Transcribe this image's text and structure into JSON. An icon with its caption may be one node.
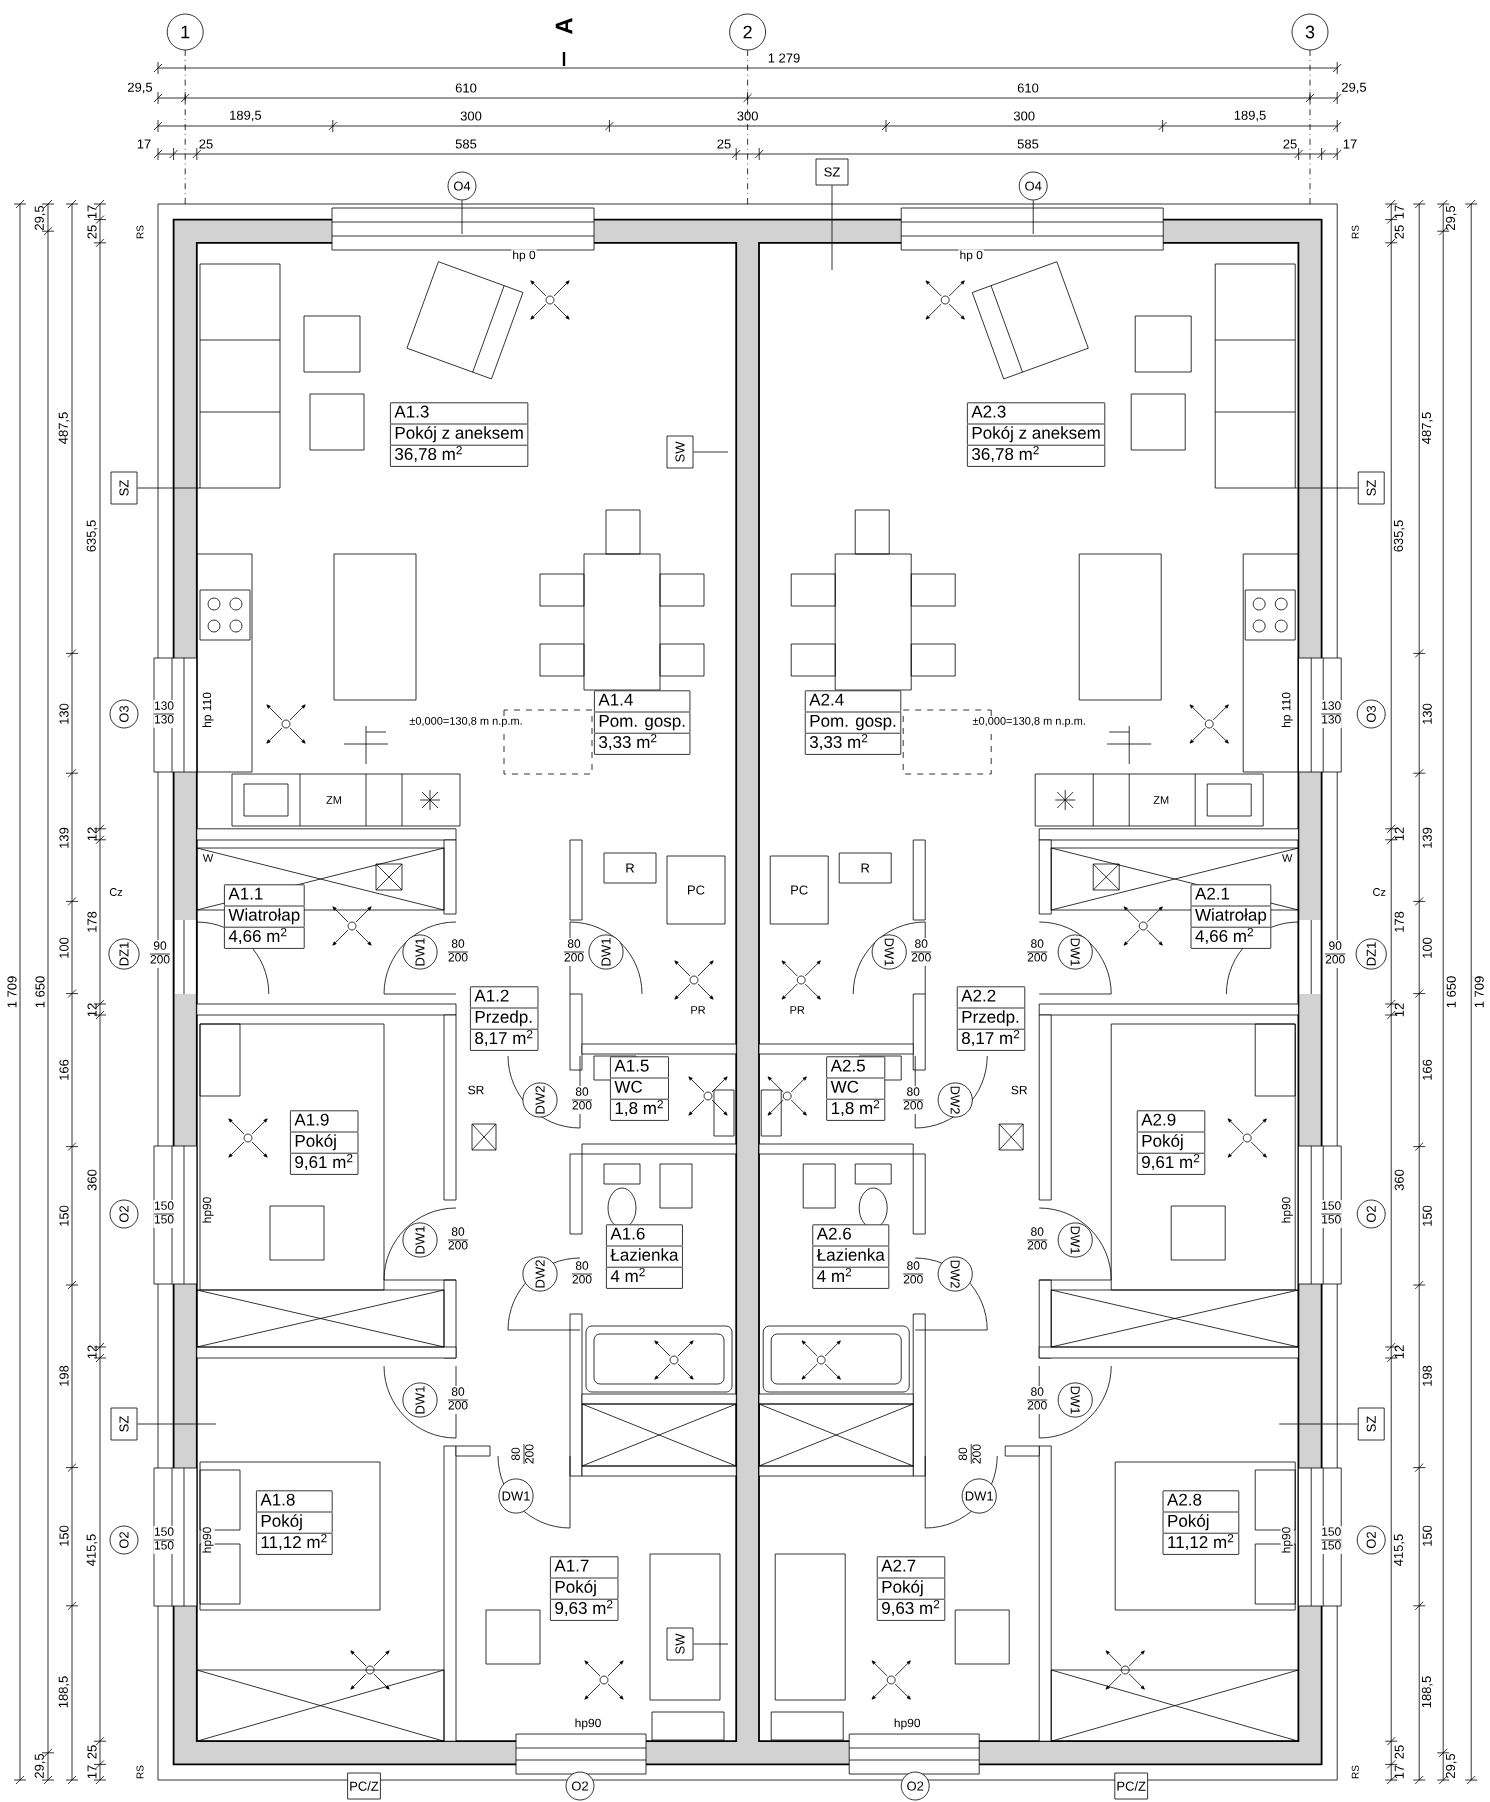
{
  "diagram": {
    "nodes": [
      {
        "text": [
          "1"
        ]
      },
      {
        "text": [
          "2"
        ]
      },
      {
        "text": [
          "3"
        ]
      },
      {
        "text": [
          "A1.3",
          "Pokój z aneksem",
          "36,78 m$^{2}$"
        ]
      },
      {
        "text": [
          "A1.4",
          "Pom. gosp.",
          "3,33 m$^{2}$"
        ]
      },
      {
        "text": [
          "A1.1",
          "Wiatrołap",
          "4,66 m$^{2}$"
        ]
      },
      {
        "text": [
          "A1.2",
          "Przedp.",
          "8,17 m$^{2}$"
        ]
      },
      {
        "text": [
          "A1.5",
          "WC",
          "1,8 m$^{2}$"
        ]
      },
      {
        "text": [
          "A1.9",
          "Pokój",
          "9,61 m$^{2}$"
        ]
      },
      {
        "text": [
          "A1.6",
          "Łazienka",
          "4 m$^{2}$"
        ]
      },
      {
        "text": [
          "A1.8",
          "Pokój",
          "11,12 m$^{2}$"
        ]
      },
      {
        "text": [
          "A1.7",
          "Pokój",
          "9,63 m$^{2}$"
        ]
      },
      {
        "text": [
          "A2.3",
          "Pokój z aneksem",
          "36,78 m$^{2}$"
        ]
      },
      {
        "text": [
          "A2.4",
          "Pom. gosp.",
          "3,33 m$^{2}$"
        ]
      },
      {
        "text": [
          "A2.1",
          "Wiatrołap",
          "4,66 m$^{2}$"
        ]
      },
      {
        "text": [
          "A2.2",
          "Przedp.",
          "8,17 m$^{2}$"
        ]
      },
      {
        "text": [
          "A2.5",
          "WC",
          "1,8 m$^{2}$"
        ]
      },
      {
        "text": [
          "A2.9",
          "Pokój",
          "9,61 m$^{2}$"
        ]
      },
      {
        "text": [
          "A2.6",
          "Łazienka",
          "4 m$^{2}$"
        ]
      },
      {
        "text": [
          "A2.8",
          "Pokój",
          "11,12 m$^{2}$"
        ]
      },
      {
        "text": [
          "A2.7",
          "Pokój",
          "9,63 m$^{2}$"
        ]
      },
      {
        "text": [
          "SZ"
        ]
      },
      {
        "text": [
          "O4"
        ]
      },
      {
        "text": [
          "O4"
        ]
      },
      {
        "text": [
          "SW"
        ]
      },
      {
        "text": [
          "SZ"
        ]
      },
      {
        "text": [
          "SZ"
        ]
      },
      {
        "text": [
          "O3"
        ],
        "beside": [
          "130",
          "130"
        ]
      },
      {
        "text": [
          "O3"
        ],
        "beside": [
          "130",
          "130"
        ]
      },
      {
        "text": [
          "DZ1"
        ],
        "beside": [
          "90",
          "200"
        ]
      },
      {
        "text": [
          "DZ1"
        ],
        "beside": [
          "90",
          "200"
        ]
      },
      {
        "text": [
          "O2"
        ],
        "beside": [
          "150",
          "150"
        ]
      },
      {
        "text": [
          "O2"
        ],
        "beside": [
          "150",
          "150"
        ]
      },
      {
        "text": [
          "SZ"
        ]
      },
      {
        "text": [
          "SZ"
        ]
      },
      {
        "text": [
          "O2"
        ],
        "beside": [
          "150",
          "150"
        ]
      },
      {
        "text": [
          "O2"
        ],
        "beside": [
          "150",
          "150"
        ]
      },
      {
        "text": [
          "SW"
        ]
      },
      {
        "text": [
          "PC/Z"
        ]
      },
      {
        "text": [
          "PC/Z"
        ]
      },
      {
        "text": [
          "O2"
        ]
      },
      {
        "text": [
          "O2"
        ]
      },
      {
        "text": [
          "DW1"
        ],
        "beside": [
          "80",
          "200"
        ]
      },
      {
        "text": [
          "DW1"
        ],
        "beside": [
          "80",
          "200"
        ]
      },
      {
        "text": [
          "DW2"
        ],
        "beside": [
          "80",
          "200"
        ]
      },
      {
        "text": [
          "DW1"
        ],
        "beside": [
          "80",
          "200"
        ]
      },
      {
        "text": [
          "DW2"
        ],
        "beside": [
          "80",
          "200"
        ]
      },
      {
        "text": [
          "DW1"
        ],
        "beside": [
          "80",
          "200"
        ]
      },
      {
        "text": [
          "DW1"
        ],
        "beside": [
          "80",
          "200"
        ]
      },
      {
        "text": [
          "DW1"
        ],
        "beside": [
          "80",
          "200"
        ]
      },
      {
        "text": [
          "DW1"
        ],
        "beside": [
          "80",
          "200"
        ]
      },
      {
        "text": [
          "DW2"
        ],
        "beside": [
          "80",
          "200"
        ]
      },
      {
        "text": [
          "DW1"
        ],
        "beside": [
          "80",
          "200"
        ]
      },
      {
        "text": [
          "DW2"
        ],
        "beside": [
          "80",
          "200"
        ]
      },
      {
        "text": [
          "DW1"
        ],
        "beside": [
          "80",
          "200"
        ]
      },
      {
        "text": [
          "DW1"
        ],
        "beside": [
          "80",
          "200"
        ]
      },
      {
        "text": [
          "R"
        ]
      },
      {
        "text": [
          "R"
        ]
      },
      {
        "text": [
          "PC"
        ]
      },
      {
        "text": [
          "PC"
        ]
      }
    ],
    "edges": [
      {
        "from": 21,
        "to": null,
        "arrow": "none"
      },
      {
        "from": 22,
        "to": null,
        "arrow": "none"
      },
      {
        "from": 23,
        "to": null,
        "arrow": "none"
      },
      {
        "from": 24,
        "to": null,
        "arrow": "none"
      },
      {
        "from": 25,
        "to": null,
        "arrow": "none"
      },
      {
        "from": 26,
        "to": null,
        "arrow": "none"
      },
      {
        "from": 33,
        "to": null,
        "arrow": "none"
      },
      {
        "from": 34,
        "to": null,
        "arrow": "none"
      },
      {
        "from": 37,
        "to": null,
        "arrow": "none"
      }
    ],
    "labels": [
      "A",
      "1 279",
      "29,5",
      "610",
      "610",
      "29,5",
      "189,5",
      "300",
      "300",
      "300",
      "189,5",
      "17",
      "25",
      "585",
      "25",
      "585",
      "25",
      "17",
      "17",
      "25",
      "635,5",
      "12",
      "178",
      "12",
      "360",
      "12",
      "415,5",
      "25",
      "17",
      "487,5",
      "130",
      "139",
      "100",
      "166",
      "150",
      "198",
      "150",
      "188,5",
      "29,5",
      "1 650",
      "29,5",
      "1 709",
      "17",
      "25",
      "635,5",
      "12",
      "178",
      "12",
      "360",
      "12",
      "415,5",
      "25",
      "17",
      "487,5",
      "130",
      "139",
      "100",
      "166",
      "150",
      "198",
      "150",
      "188,5",
      "29,5",
      "1 650",
      "29,5",
      "1 709",
      "hp 0",
      "hp 0",
      "hp 110",
      "hp 110",
      "hp90",
      "hp90",
      "hp90",
      "hp90",
      "hp90",
      "hp90",
      "±0,000=130,8 m n.p.m.",
      "±0,000=130,8 m n.p.m.",
      "ZM",
      "ZM",
      "W",
      "W",
      "Cz",
      "Cz",
      "SR",
      "SR",
      "PR",
      "PR",
      "RS",
      "RS",
      "RS",
      "RS"
    ]
  }
}
